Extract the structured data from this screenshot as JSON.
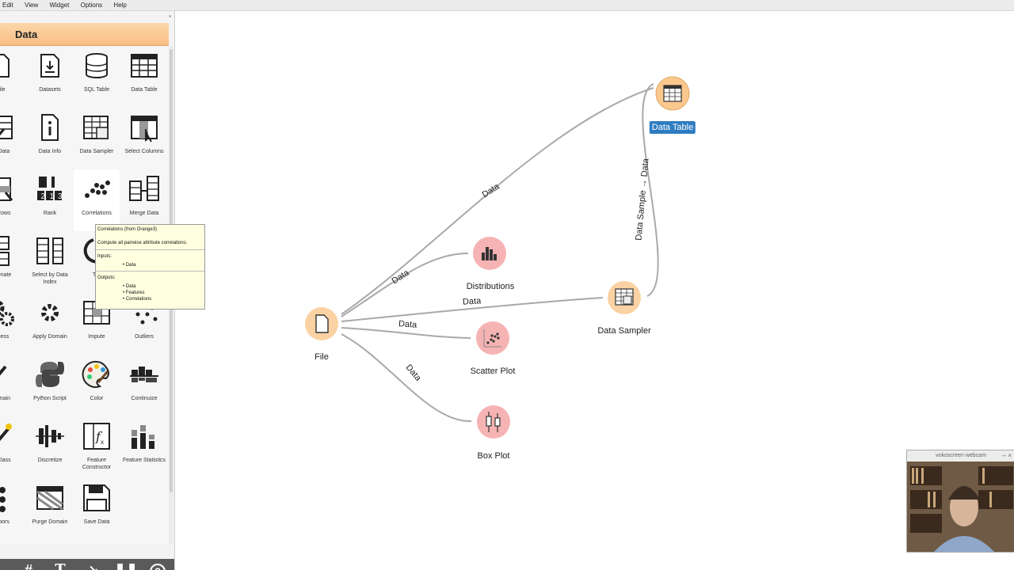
{
  "menu": [
    "Edit",
    "View",
    "Widget",
    "Options",
    "Help"
  ],
  "dock": {
    "category": "Data",
    "widgets": [
      {
        "label": "File",
        "icon": "file-icon"
      },
      {
        "label": "Datasets",
        "icon": "datasets-icon"
      },
      {
        "label": "SQL Table",
        "icon": "sql-table-icon"
      },
      {
        "label": "Data Table",
        "icon": "data-table-icon"
      },
      {
        "label": "nt Data",
        "icon": "paint-data-icon"
      },
      {
        "label": "Data Info",
        "icon": "data-info-icon"
      },
      {
        "label": "Data Sampler",
        "icon": "data-sampler-icon"
      },
      {
        "label": "Select Columns",
        "icon": "select-columns-icon"
      },
      {
        "label": "ct Rows",
        "icon": "select-rows-icon"
      },
      {
        "label": "Rank",
        "icon": "rank-icon"
      },
      {
        "label": "Correlations",
        "icon": "correlations-icon"
      },
      {
        "label": "Merge Data",
        "icon": "merge-data-icon"
      },
      {
        "label": "catenate",
        "icon": "concatenate-icon"
      },
      {
        "label": "Select by Data Index",
        "icon": "select-by-index-icon"
      },
      {
        "label": "Tra",
        "icon": "transpose-icon"
      },
      {
        "label": "",
        "icon": ""
      },
      {
        "label": "rocess",
        "icon": "preprocess-icon"
      },
      {
        "label": "Apply Domain",
        "icon": "apply-domain-icon"
      },
      {
        "label": "Impute",
        "icon": "impute-icon"
      },
      {
        "label": "Outliers",
        "icon": "outliers-icon"
      },
      {
        "label": "Domain",
        "icon": "edit-domain-icon"
      },
      {
        "label": "Python Script",
        "icon": "python-script-icon"
      },
      {
        "label": "Color",
        "icon": "color-icon"
      },
      {
        "label": "Continuize",
        "icon": "continuize-icon"
      },
      {
        "label": "te Class",
        "icon": "create-class-icon"
      },
      {
        "label": "Discretize",
        "icon": "discretize-icon"
      },
      {
        "label": "Feature Constructor",
        "icon": "feature-constructor-icon"
      },
      {
        "label": "Feature Statistics",
        "icon": "feature-statistics-icon"
      },
      {
        "label": "ghbors",
        "icon": "neighbors-icon"
      },
      {
        "label": "Purge Domain",
        "icon": "purge-domain-icon"
      },
      {
        "label": "Save Data",
        "icon": "save-data-icon"
      }
    ]
  },
  "tooltip": {
    "title": "Correlations (from Orange3)",
    "description": "Compute all pairwise attribute correlations.",
    "inputs_label": "Inputs:",
    "inputs": [
      "Data"
    ],
    "outputs_label": "Outputs:",
    "outputs": [
      "Data",
      "Features",
      "Correlations"
    ]
  },
  "toolbar": [
    "grid-icon",
    "text-annotation-icon",
    "arrow-annotation-icon",
    "pause-icon",
    "help-icon"
  ],
  "canvas": {
    "nodes": [
      {
        "id": "file",
        "label": "File",
        "icon": "file-icon",
        "color": "#f9c98f"
      },
      {
        "id": "distributions",
        "label": "Distributions",
        "icon": "bar-chart-icon",
        "color": "#f4a6a6"
      },
      {
        "id": "scatter",
        "label": "Scatter Plot",
        "icon": "scatter-icon",
        "color": "#f4a6a6"
      },
      {
        "id": "boxplot",
        "label": "Box Plot",
        "icon": "box-plot-icon",
        "color": "#f4a6a6"
      },
      {
        "id": "sampler",
        "label": "Data Sampler",
        "icon": "data-sampler-icon",
        "color": "#f9c98f"
      },
      {
        "id": "datatable",
        "label": "Data Table",
        "icon": "data-table-icon",
        "color": "#f9c98f"
      }
    ],
    "links": [
      {
        "label": "Data"
      },
      {
        "label": "Data"
      },
      {
        "label": "Data"
      },
      {
        "label": "Data"
      },
      {
        "label": "Data"
      },
      {
        "label": "Data Sample → Data"
      }
    ],
    "selected_node": "Data Table"
  },
  "webcam": {
    "title": "vokoscreen webcam",
    "controls": "–  ×"
  }
}
